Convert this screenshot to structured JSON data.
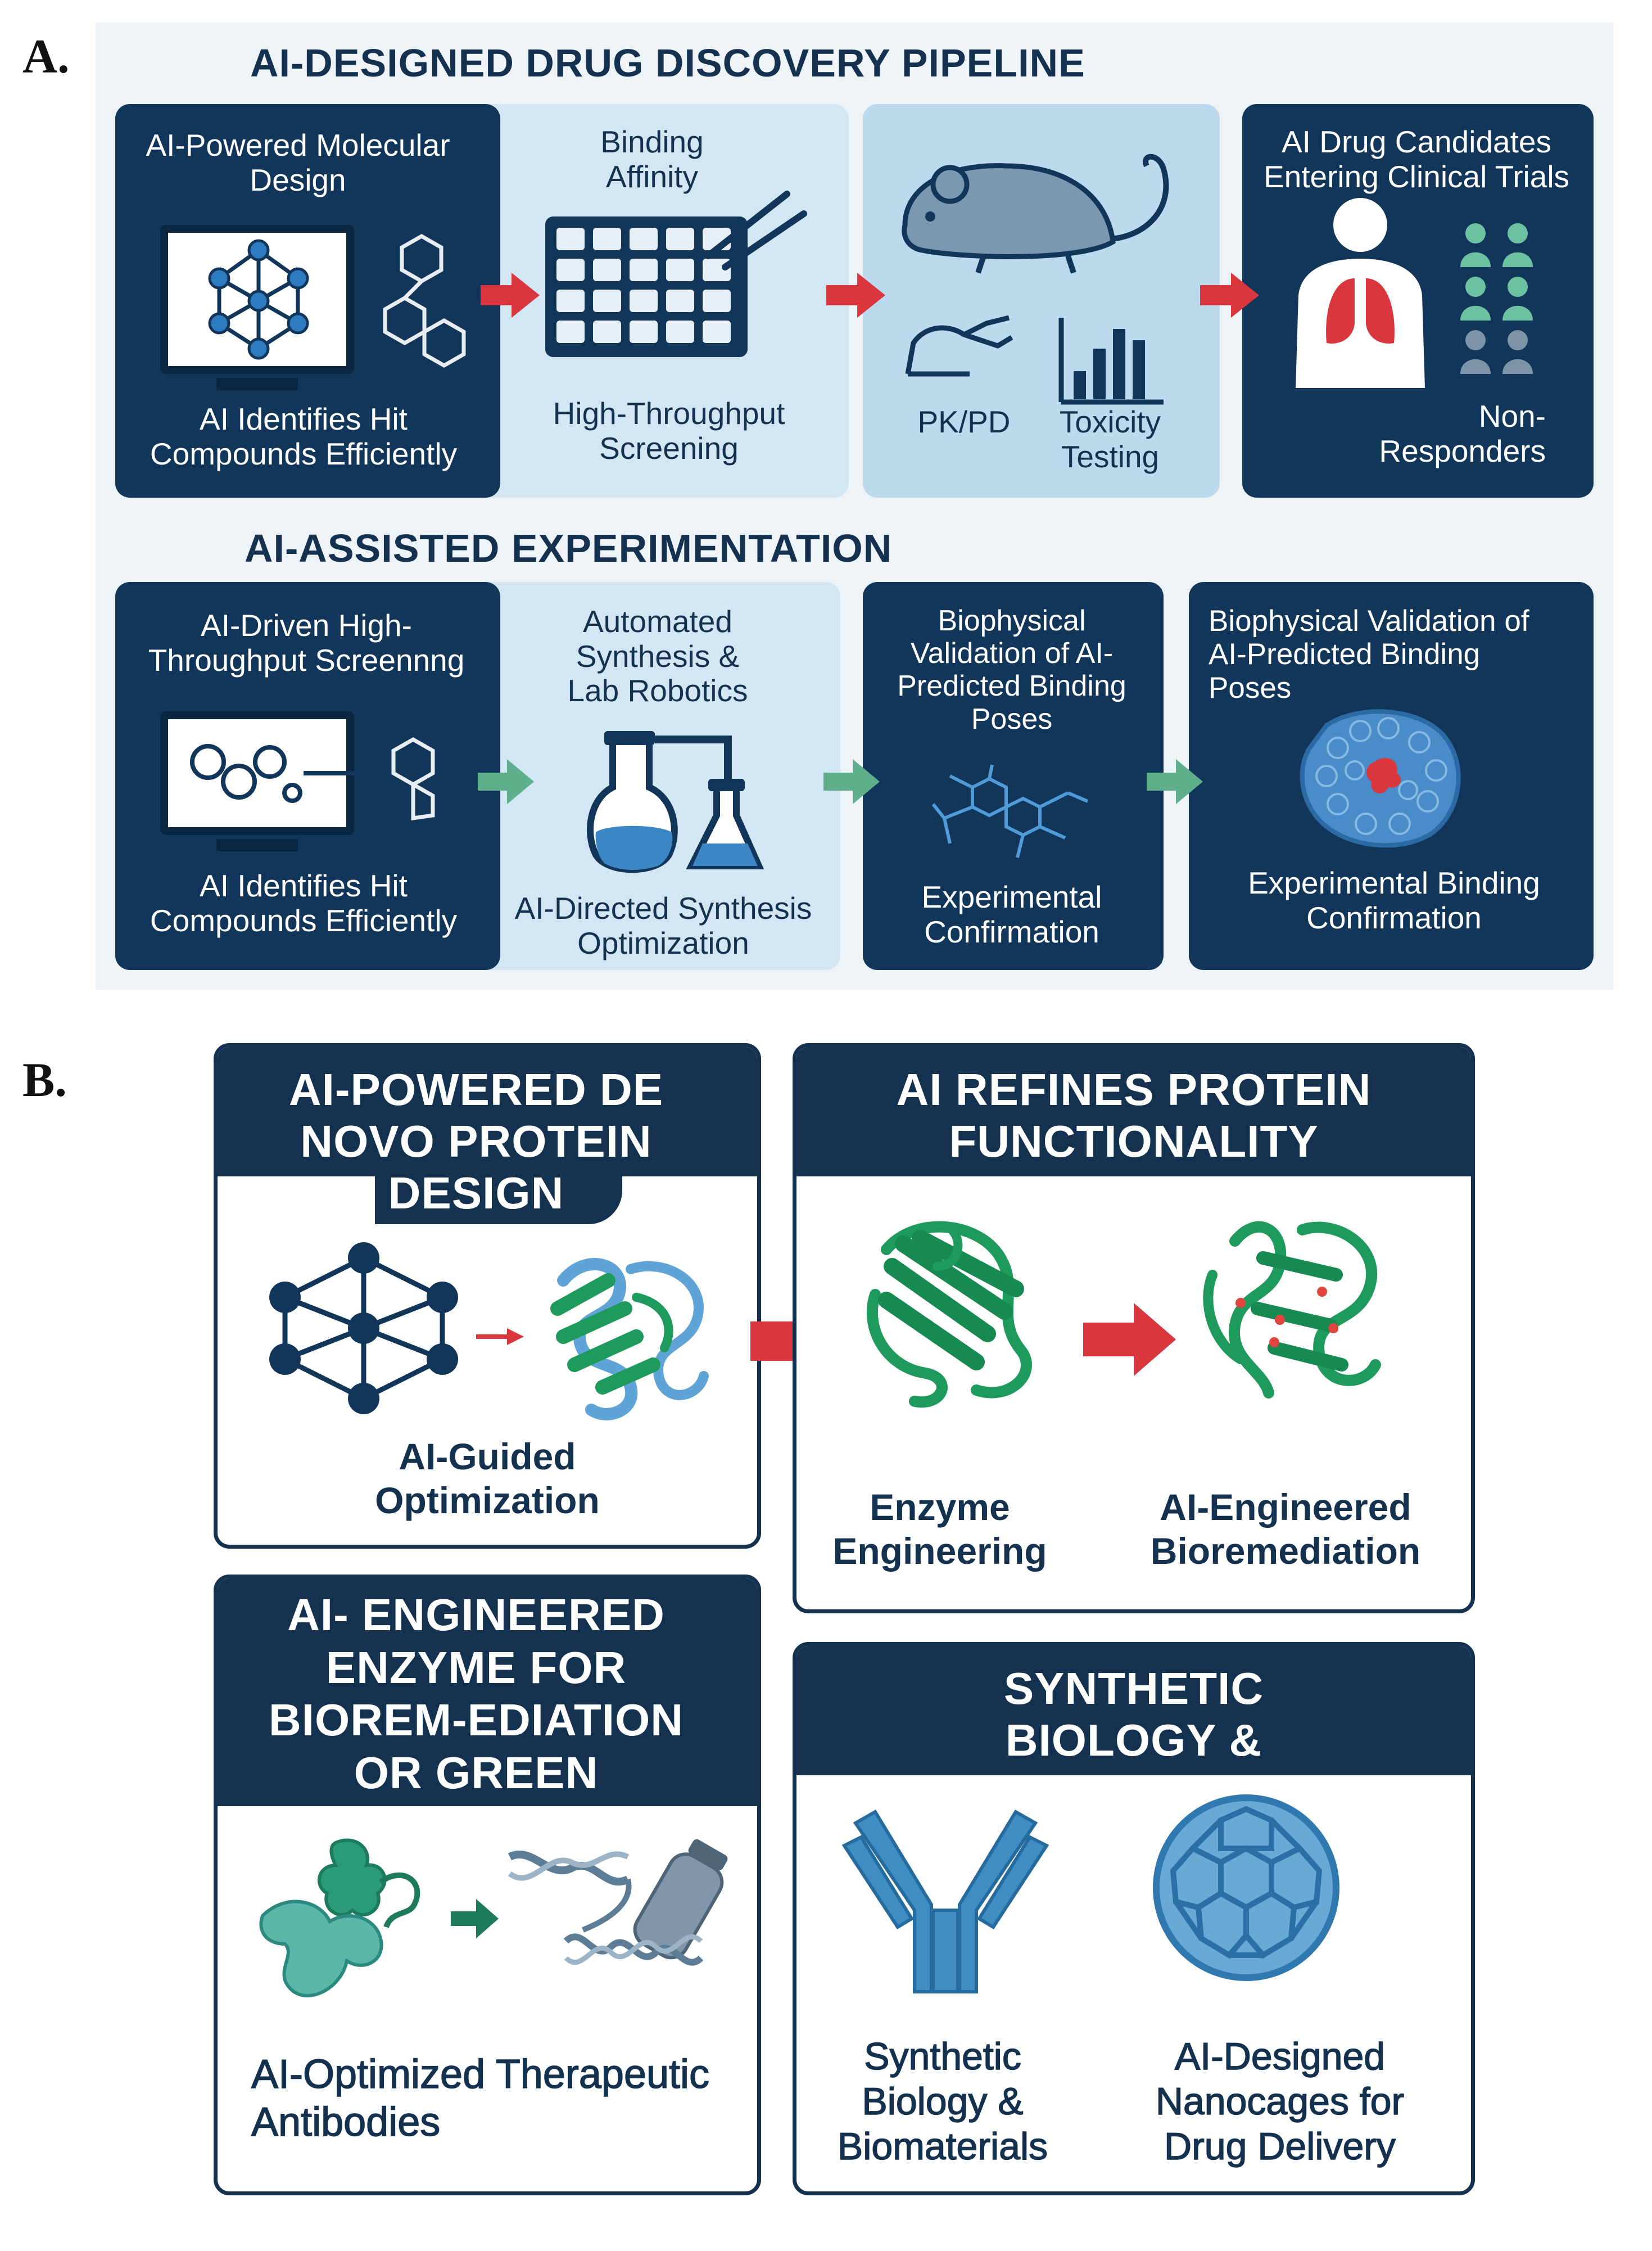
{
  "panel_a": {
    "letter": "A.",
    "pipeline_title": "AI-DESIGNED DRUG DISCOVERY PIPELINE",
    "card1": {
      "top": "AI-Powered Molecular Design",
      "bottom": "AI Identifies Hit Compounds Efficiently"
    },
    "card2": {
      "top": "Binding Affinity",
      "bottom": "High-Throughput Screening"
    },
    "card3": {
      "label_left": "PK/PD",
      "label_right": "Toxicity Testing"
    },
    "card4": {
      "top": "AI Drug Candidates Entering Clinical Trials",
      "bottom": "Non-Responders"
    },
    "experimentation_title": "AI-ASSISTED EXPERIMENTATION",
    "card5": {
      "top": "AI-Driven High-Throughput Screennng",
      "bottom": "AI Identifies Hit Compounds Efficiently"
    },
    "card6": {
      "top": "Automated Synthesis & Lab Robotics",
      "bottom": "AI-Directed Synthesis Optimization"
    },
    "card7": {
      "top": "Biophysical Validation of AI-Predicted Binding Poses",
      "bottom": "Experimental Confirmation"
    },
    "card8": {
      "top": "Biophysical Validation of AI-Predicted Binding Poses",
      "bottom": "Experimental Binding Confirmation"
    }
  },
  "panel_b": {
    "letter": "B.",
    "box1": {
      "title": "AI-POWERED DE NOVO PROTEIN DESIGN",
      "label": "AI-Guided Optimization"
    },
    "box2": {
      "title": "AI REFINES PROTEIN FUNCTIONALITY",
      "label_left": "Enzyme Engineering",
      "label_right": "AI-Engineered Bioremediation"
    },
    "box3": {
      "title": "AI- ENGINEERED ENZYME FOR BIOREM-EDIATION OR GREEN CHEMISTRY",
      "label": "AI-Optimized Therapeutic Antibodies"
    },
    "box4": {
      "title": "SYNTHETIC BIOLOGY & BIOMATERIALS",
      "label_left": "Synthetic Biology & Biomaterials",
      "label_right": "AI-Designed Nanocages for Drug Delivery"
    }
  },
  "colors": {
    "navy": "#12365a",
    "light_blue": "#d3e6f3",
    "red_arrow": "#d9363e",
    "green_arrow": "#5fae8c",
    "protein_green": "#1e9a5c"
  }
}
